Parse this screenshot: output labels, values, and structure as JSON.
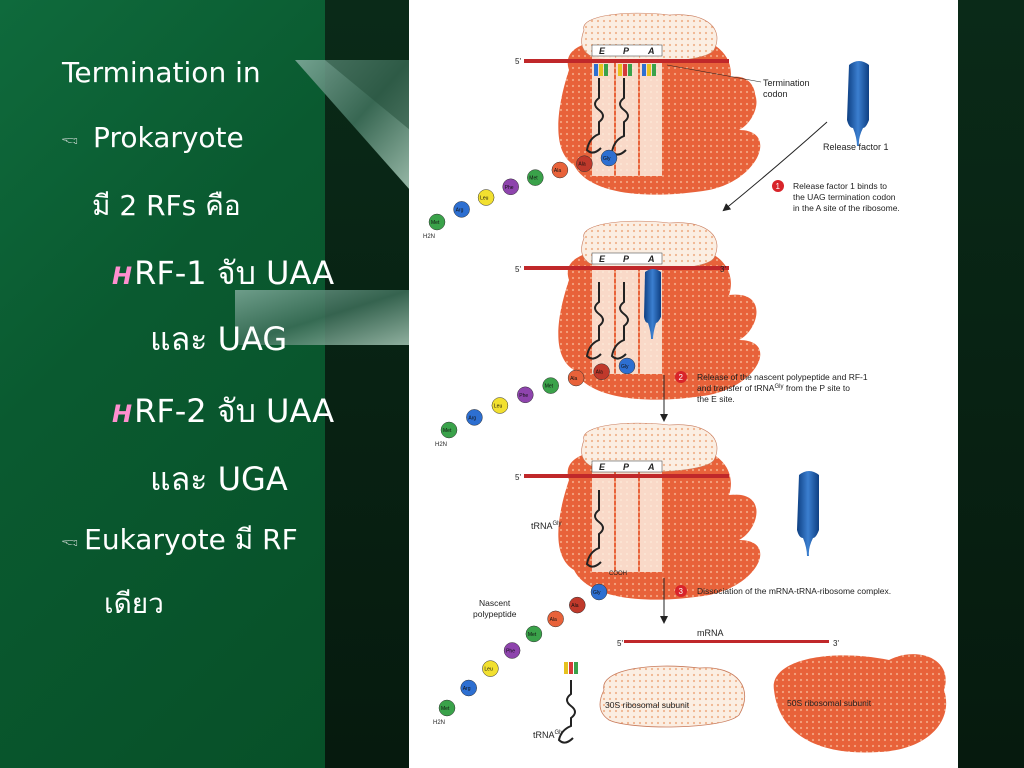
{
  "slide": {
    "bullets": {
      "title": "Termination in",
      "prokaryote": "Prokaryote",
      "rf_count": "มี 2 RFs คือ",
      "rf1_line1": "RF-1 จับ UAA",
      "rf1_line2": "และ UAG",
      "rf2_line1": "RF-2 จับ UAA",
      "rf2_line2": "และ UGA",
      "eukaryote_line1": "Eukaryote มี RF",
      "eukaryote_line2": "เดียว",
      "bullet_glyph": "🖘",
      "pointer_glyph": "H"
    },
    "colors": {
      "green_panel": "#0a5a30",
      "dark_panel": "#061a0e",
      "ribosome": "#e8623a",
      "ribosome_light": "#f8e6d6",
      "mrna": "#c0282a",
      "release_factor": "#1f5fb0",
      "bullet_pink": "#ff8fcf"
    }
  },
  "figure": {
    "five_prime": "5'",
    "three_prime": "3'",
    "site_e": "E",
    "site_p": "P",
    "site_a": "A",
    "termination_codon_line1": "Termination",
    "termination_codon_line2": "codon",
    "release_factor_1": "Release factor 1",
    "rf_short": "RF-1",
    "step1_num": "1",
    "step1_line1": "Release factor 1 binds to",
    "step1_line2": "the UAG termination codon",
    "step1_line3": "in the A site of the ribosome.",
    "step2_num": "2",
    "step2_line1": "Release of the nascent polypeptide and RF-1",
    "step2_line2": "and transfer of tRNA",
    "step2_line2b": " from the P site to",
    "step2_line3": "the E site.",
    "step3_num": "3",
    "step3_text": "Dissociation of the mRNA-tRNA-ribosome complex.",
    "trna_gly": "tRNA",
    "gly_sup": "Gly",
    "cooh": "COOH",
    "h2n": "H2N",
    "nascent_line1": "Nascent",
    "nascent_line2": "polypeptide",
    "mrna": "mRNA",
    "subunit_30s": "30S ribosomal subunit",
    "subunit_50s": "50S ribosomal subunit",
    "amino_acids": [
      "Met",
      "Arg",
      "Leu",
      "Phe",
      "Met",
      "Ala",
      "Ala",
      "Gly"
    ]
  }
}
